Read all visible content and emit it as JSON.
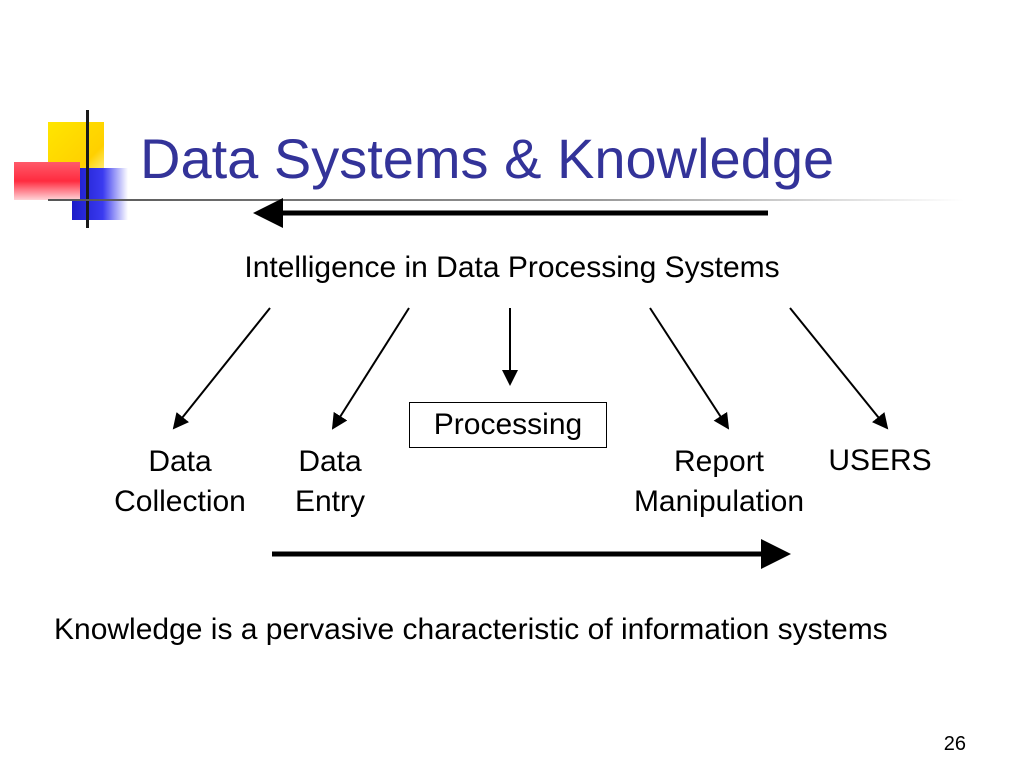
{
  "slide": {
    "title": "Data Systems & Knowledge",
    "slide_number": "26",
    "footer_text": "Knowledge is a pervasive characteristic of information systems"
  },
  "diagram": {
    "source": "Intelligence in Data Processing Systems",
    "nodes": {
      "data_collection": [
        "Data",
        "Collection"
      ],
      "data_entry": [
        "Data",
        "Entry"
      ],
      "processing": "Processing",
      "report_manipulation": [
        "Report",
        "Manipulation"
      ],
      "users": "USERS"
    }
  },
  "colors": {
    "title": "#333399",
    "text": "#000000",
    "logo_yellow": "#ffd000",
    "logo_blue": "#1c1cc8",
    "logo_red": "#ff2b3f"
  }
}
